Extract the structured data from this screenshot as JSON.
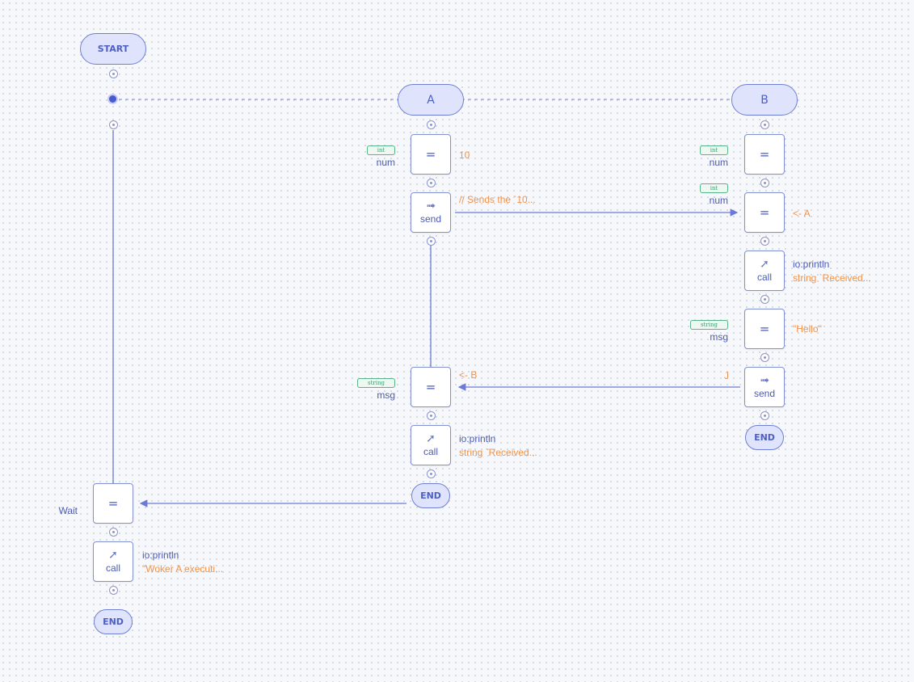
{
  "pills": {
    "start": "START",
    "worker_a": "A",
    "worker_b": "B",
    "end_main": "END",
    "end_a": "END",
    "end_b": "END"
  },
  "worker_a": {
    "assign_num": {
      "op": "=",
      "type": "int",
      "var": "num",
      "value": "10"
    },
    "send": {
      "icon": "send-icon",
      "label": "send",
      "comment": "// Sends the `10..."
    },
    "assign_msg": {
      "op": "=",
      "type": "string",
      "var": "msg",
      "value": "<- B"
    },
    "call": {
      "icon": "call-icon",
      "label": "call",
      "func": "io:println",
      "arg": "string `Received..."
    }
  },
  "worker_b": {
    "assign_num1": {
      "op": "=",
      "type": "int",
      "var": "num"
    },
    "assign_num2": {
      "op": "=",
      "type": "int",
      "var": "num",
      "value": "<- A"
    },
    "call": {
      "icon": "call-icon",
      "label": "call",
      "func": "io:println",
      "arg": "string `Received..."
    },
    "assign_msg": {
      "op": "=",
      "type": "string",
      "var": "msg",
      "value": "\"Hello\""
    },
    "send": {
      "icon": "send-icon",
      "label": "send",
      "value": "J"
    }
  },
  "main": {
    "wait": {
      "op": "=",
      "label": "Wait"
    },
    "call": {
      "icon": "call-icon",
      "label": "call",
      "func": "io:println",
      "arg": "\"Woker A executi..."
    }
  },
  "colors": {
    "node_border": "#8390d2",
    "pill_fill": "#dfe3fb",
    "wire": "#6b7ad6",
    "value_text": "#f0924a",
    "type_tag": "#58b58a"
  }
}
